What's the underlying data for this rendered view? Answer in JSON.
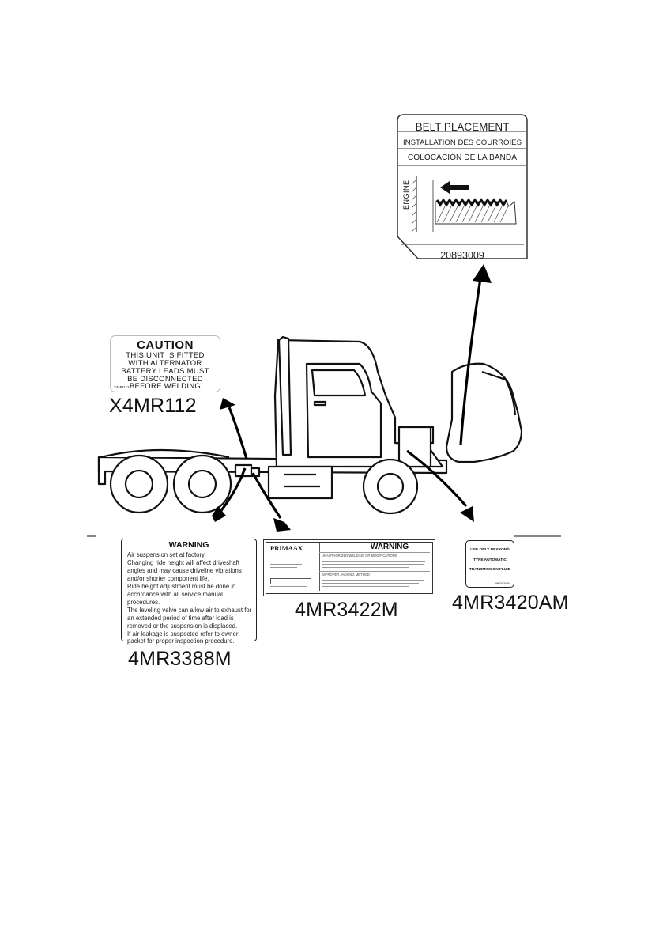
{
  "belt_label": {
    "title": "BELT PLACEMENT",
    "french": "INSTALLATION DES COURROIES",
    "spanish": "COLOCACIÓN DE LA BANDA",
    "engine": "ENGINE",
    "part_number": "20893009"
  },
  "caution_label": {
    "title": "CAUTION",
    "lines": [
      "THIS UNIT IS FITTED",
      "WITH ALTERNATOR",
      "BATTERY LEADS MUST",
      "BE DISCONNECTED",
      "BEFORE WELDING"
    ],
    "small_part": "X4MR112",
    "caption": "X4MR112"
  },
  "warning_label": {
    "title": "WARNING",
    "lines": [
      "Air suspension set at factory.",
      "Changing ride height will affect driveshaft",
      "angles and may cause driveline vibrations",
      "and/or shorter component life.",
      "Ride height adjustment must be done in",
      "accordance with all service manual",
      "procedures.",
      "The leveling valve can allow air to exhaust for",
      "an extended period of time after load is",
      "removed or the suspension is displaced.",
      "If air leakage is suspected refer to owner",
      "packet for proper inspection procedure."
    ],
    "caption": "4MR3388M"
  },
  "primaax_label": {
    "brand": "PRIMAAX",
    "warning": "WARNING",
    "heading1": "UNAUTHORIZED WELDING OR MODIFICATIONS",
    "heading2": "IMPROPER JACKING METHOD",
    "caption": "4MR3422M"
  },
  "dexron_label": {
    "lines": [
      "USE ONLY DEXRON®",
      "TYPE AUTOMATIC",
      "TRANSMISSION FLUID"
    ],
    "small_part": "4MR3420AM",
    "caption": "4MR3420AM"
  }
}
